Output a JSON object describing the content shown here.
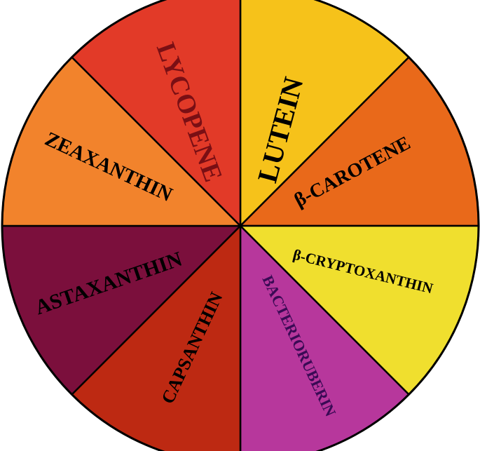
{
  "wheel": {
    "segments": [
      {
        "label": "LUTEIN",
        "color": "#f6c21a",
        "text_color": "#000000"
      },
      {
        "label": "β-CAROTENE",
        "color": "#e9691a",
        "text_color": "#000000"
      },
      {
        "label": "β-CRYPTOXANTHIN",
        "color": "#f0df2e",
        "text_color": "#000000"
      },
      {
        "label": "BACTERIORUBERIN",
        "color": "#b7379c",
        "text_color": "#3a0a55"
      },
      {
        "label": "CAPSANTHIN",
        "color": "#bd2912",
        "text_color": "#000000"
      },
      {
        "label": "ASTAXANTHIN",
        "color": "#7b0f3c",
        "text_color": "#000000"
      },
      {
        "label": "ZEAXANTHIN",
        "color": "#f2832c",
        "text_color": "#000000"
      },
      {
        "label": "LYCOPENE",
        "color": "#e23a28",
        "text_color": "#7a0f14"
      }
    ],
    "outline_color": "#000000"
  }
}
